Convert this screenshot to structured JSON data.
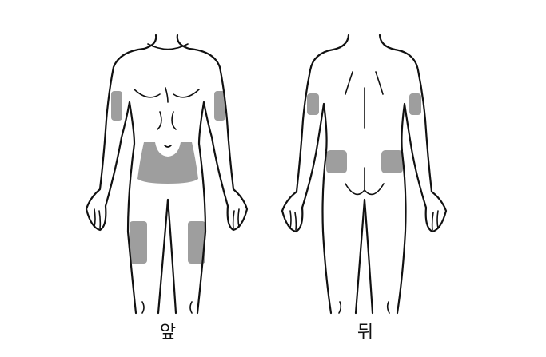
{
  "labels": {
    "front": "앞",
    "back": "뒤"
  },
  "colors": {
    "zone": "#9e9e9e",
    "outline": "#111111"
  },
  "injection_zones": {
    "front": [
      "left-upper-arm",
      "right-upper-arm",
      "abdomen",
      "left-thigh",
      "right-thigh"
    ],
    "back": [
      "left-upper-arm",
      "right-upper-arm",
      "left-upper-buttock",
      "right-upper-buttock"
    ]
  }
}
